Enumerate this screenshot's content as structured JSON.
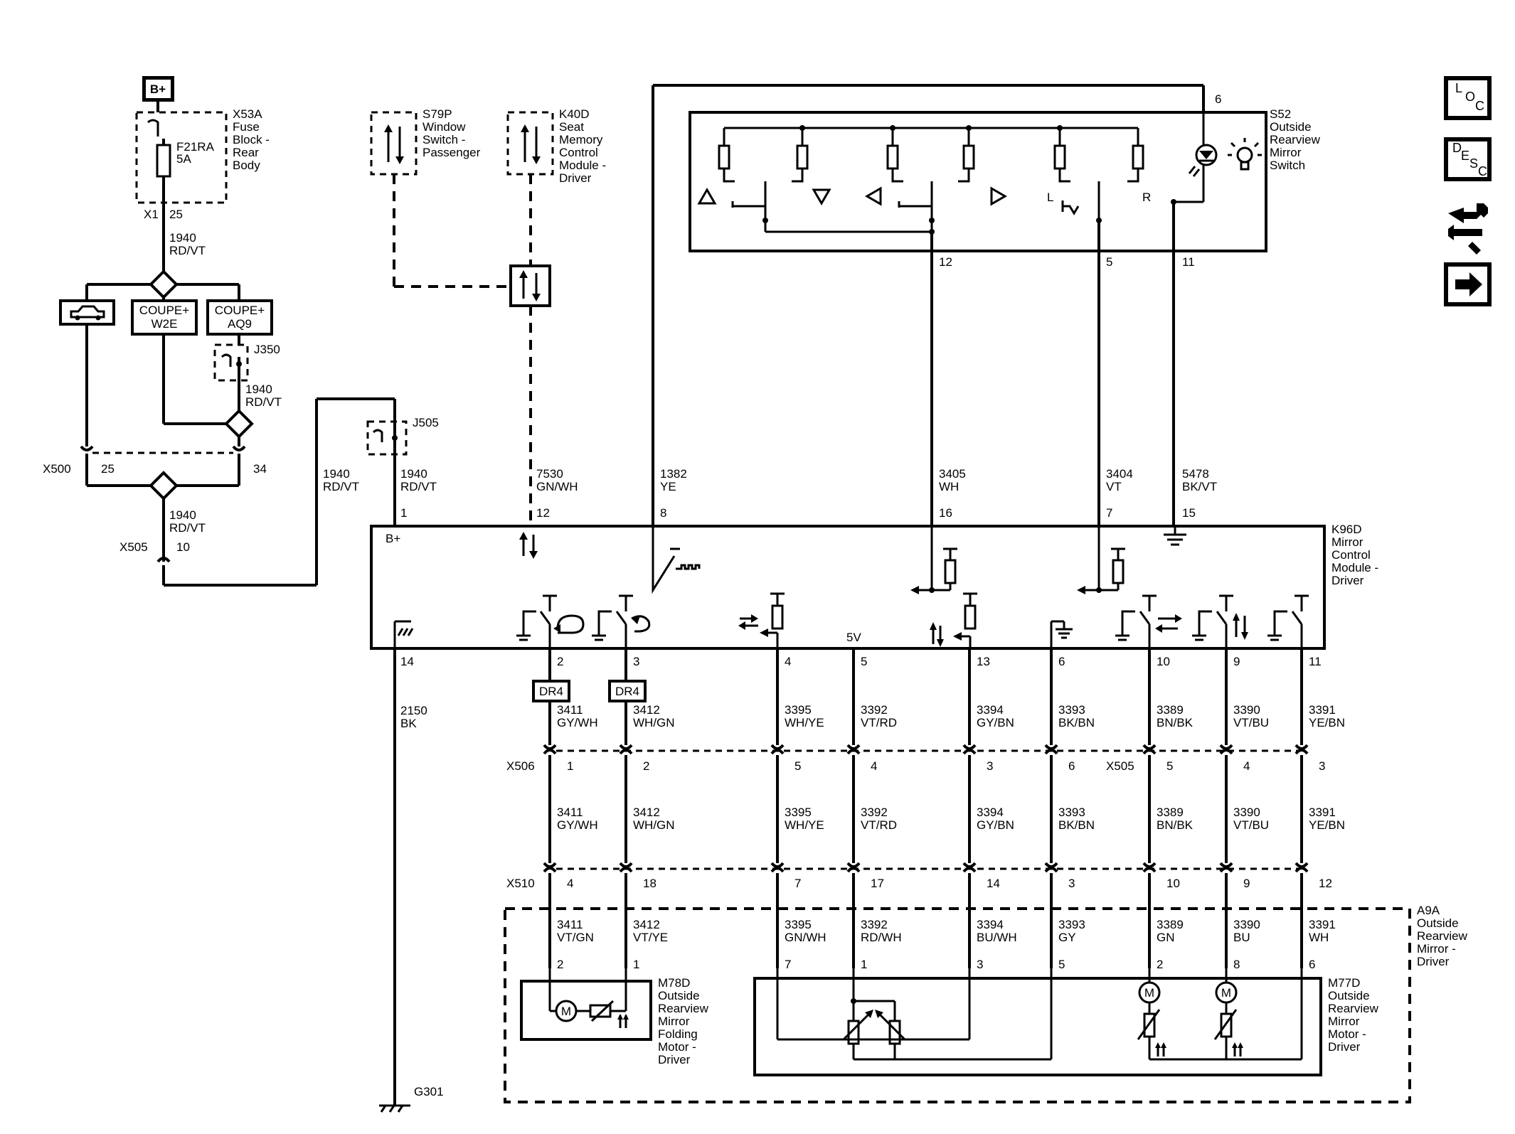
{
  "battery": "B+",
  "fuse": {
    "ref": "X53A",
    "desc": [
      "Fuse",
      "Block -",
      "Rear",
      "Body"
    ],
    "fuse_id": "F21RA",
    "rating": "5A",
    "conn": "X1",
    "pin": "25"
  },
  "options": {
    "car_icon": "car-icon",
    "w2e": [
      "COUPE+",
      "W2E"
    ],
    "aq9": [
      "COUPE+",
      "AQ9"
    ]
  },
  "splices": {
    "j350": "J350",
    "j505": "J505"
  },
  "connectors": {
    "x500": "X500",
    "x505": "X505",
    "x506": "X506",
    "x510": "X510"
  },
  "x500_pins": [
    "25",
    "34"
  ],
  "x505_top_pin": "10",
  "s79p": {
    "ref": "S79P",
    "desc": [
      "Window",
      "Switch -",
      "Passenger"
    ]
  },
  "k40d": {
    "ref": "K40D",
    "desc": [
      "Seat",
      "Memory",
      "Control",
      "Module -",
      "Driver"
    ]
  },
  "s52": {
    "ref": "S52",
    "desc": [
      "Outside",
      "Rearview",
      "Mirror",
      "Switch"
    ],
    "top_pin": "6",
    "pins": [
      "12",
      "5",
      "11"
    ],
    "l": "L",
    "r": "R"
  },
  "k96d": {
    "ref": "K96D",
    "desc": [
      "Mirror",
      "Control",
      "Module -",
      "Driver"
    ],
    "bplus": "B+",
    "five_v": "5V"
  },
  "top_wires": [
    {
      "circuit": "1940",
      "color": "RD/VT",
      "pin": "1"
    },
    {
      "circuit": "1940",
      "color": "RD/VT"
    },
    {
      "circuit": "7530",
      "color": "GN/WH",
      "pin": "12"
    },
    {
      "circuit": "1382",
      "color": "YE",
      "pin": "8"
    },
    {
      "circuit": "3405",
      "color": "WH",
      "pin": "16"
    },
    {
      "circuit": "3404",
      "color": "VT",
      "pin": "7"
    },
    {
      "circuit": "5478",
      "color": "BK/VT",
      "pin": "15"
    }
  ],
  "wire_1940": [
    {
      "circuit": "1940",
      "color": "RD/VT"
    },
    {
      "circuit": "1940",
      "color": "RD/VT"
    },
    {
      "circuit": "1940",
      "color": "RD/VT"
    }
  ],
  "ground": {
    "pin": "14",
    "circuit": "2150",
    "color": "BK",
    "ref": "G301"
  },
  "dr4": "DR4",
  "k96d_pins": [
    "2",
    "3",
    "4",
    "5",
    "13",
    "6",
    "10",
    "9",
    "11"
  ],
  "wires_upper": [
    {
      "circuit": "3411",
      "color": "GY/WH"
    },
    {
      "circuit": "3412",
      "color": "WH/GN"
    },
    {
      "circuit": "3395",
      "color": "WH/YE"
    },
    {
      "circuit": "3392",
      "color": "VT/RD"
    },
    {
      "circuit": "3394",
      "color": "GY/BN"
    },
    {
      "circuit": "3393",
      "color": "BK/BN"
    },
    {
      "circuit": "3389",
      "color": "BN/BK"
    },
    {
      "circuit": "3390",
      "color": "VT/BU"
    },
    {
      "circuit": "3391",
      "color": "YE/BN"
    }
  ],
  "x506_pins": [
    "1",
    "2",
    "5",
    "4",
    "3",
    "6"
  ],
  "x505_pins": [
    "5",
    "4",
    "3"
  ],
  "x510_pins": [
    "4",
    "18",
    "7",
    "17",
    "14",
    "3",
    "10",
    "9",
    "12"
  ],
  "wires_lower": [
    {
      "circuit": "3411",
      "color": "VT/GN"
    },
    {
      "circuit": "3412",
      "color": "VT/YE"
    },
    {
      "circuit": "3395",
      "color": "GN/WH"
    },
    {
      "circuit": "3392",
      "color": "RD/WH"
    },
    {
      "circuit": "3394",
      "color": "BU/WH"
    },
    {
      "circuit": "3393",
      "color": "GY"
    },
    {
      "circuit": "3389",
      "color": "GN"
    },
    {
      "circuit": "3390",
      "color": "BU"
    },
    {
      "circuit": "3391",
      "color": "WH"
    }
  ],
  "motor_pins": [
    "2",
    "1",
    "7",
    "1",
    "3",
    "5",
    "2",
    "8",
    "6"
  ],
  "a9a": {
    "ref": "A9A",
    "desc": [
      "Outside",
      "Rearview",
      "Mirror -",
      "Driver"
    ]
  },
  "m78d": {
    "ref": "M78D",
    "desc": [
      "Outside",
      "Rearview",
      "Mirror",
      "Folding",
      "Motor -",
      "Driver"
    ]
  },
  "m77d": {
    "ref": "M77D",
    "desc": [
      "Outside",
      "Rearview",
      "Mirror",
      "Motor -",
      "Driver"
    ]
  },
  "motor": "M",
  "nav": {
    "loc": [
      "L",
      "O",
      "C"
    ],
    "desc": [
      "D",
      "E",
      "S",
      "C"
    ]
  }
}
